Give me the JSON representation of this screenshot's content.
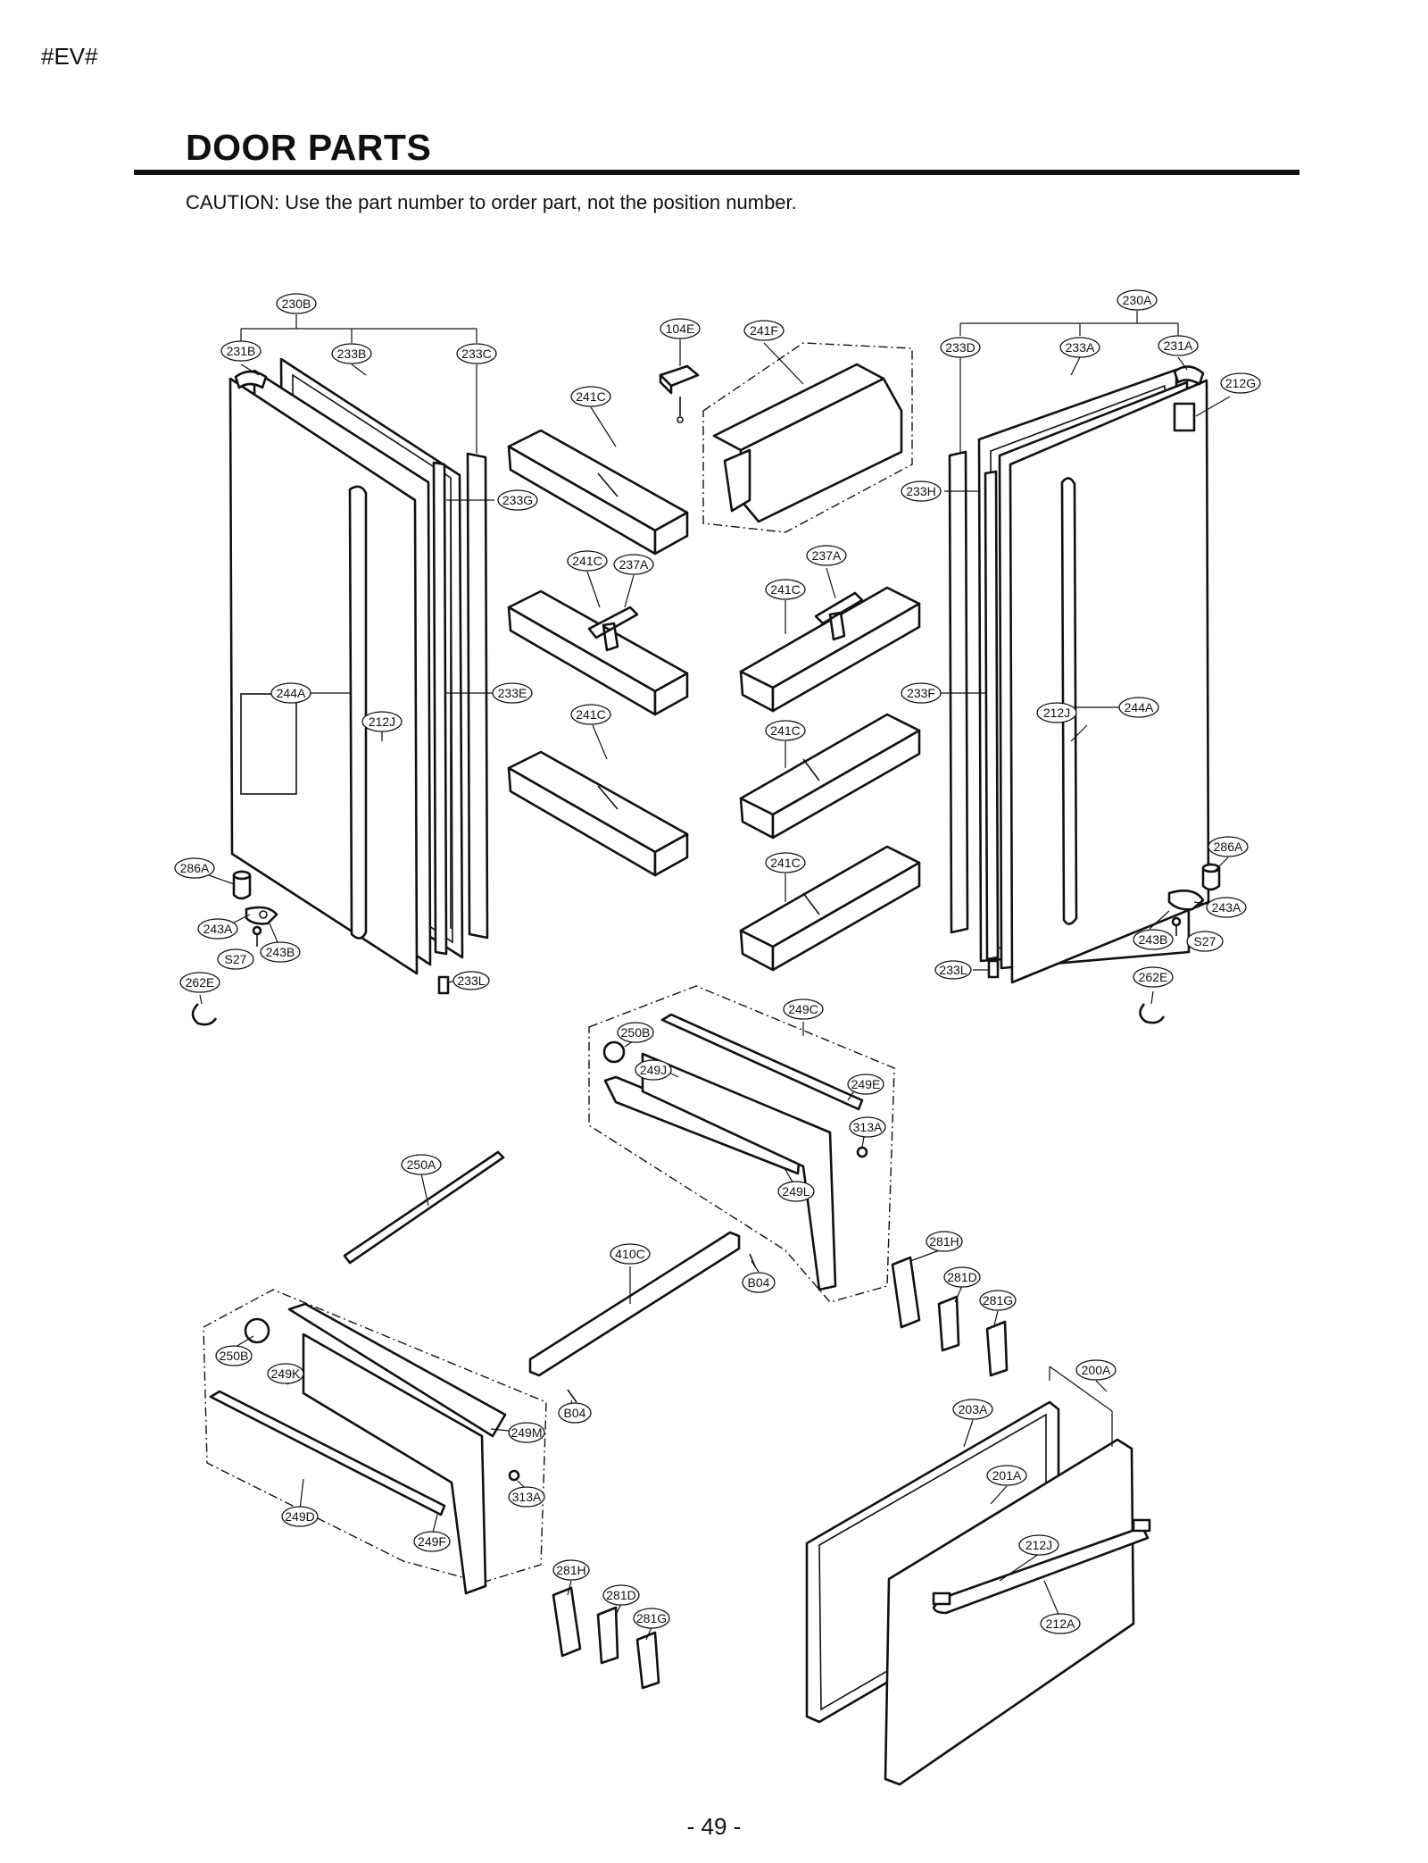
{
  "page": {
    "code": "#EV#",
    "title": "DOOR PARTS",
    "caution": "CAUTION: Use the part number to order part, not the position number.",
    "page_number": "- 49 -"
  },
  "labels": {
    "l230B": "230B",
    "l231B": "231B",
    "l233B": "233B",
    "l233C": "233C",
    "l104E": "104E",
    "l241F": "241F",
    "l230A": "230A",
    "l233D": "233D",
    "l233A": "233A",
    "l231A": "231A",
    "l212G": "212G",
    "l241C_a": "241C",
    "l233G": "233G",
    "l233H": "233H",
    "l241C_b": "241C",
    "l237A_a": "237A",
    "l237A_b": "237A",
    "l241C_c": "241C",
    "l244A_a": "244A",
    "l233E": "233E",
    "l212J_a": "212J",
    "l241C_d": "241C",
    "l241C_e": "241C",
    "l233F": "233F",
    "l212J_b": "212J",
    "l244A_b": "244A",
    "l241C_f": "241C",
    "l286A_a": "286A",
    "l286A_b": "286A",
    "l243A_a": "243A",
    "l243B_a": "243B",
    "l S27_a": "S27",
    "l262E_a": "262E",
    "l233L_a": "233L",
    "l233L_b": "233L",
    "l243A_b": "243A",
    "l243B_b": "243B",
    "lS27_b": "S27",
    "l262E_b": "262E",
    "l249C": "249C",
    "l250B_a": "250B",
    "l249J": "249J",
    "l249E": "249E",
    "l313A_a": "313A",
    "l249L": "249L",
    "l250A": "250A",
    "l410C": "410C",
    "lB04_a": "B04",
    "l281H_a": "281H",
    "l281D_a": "281D",
    "l281G_a": "281G",
    "l250B_b": "250B",
    "l249K": "249K",
    "l249M": "249M",
    "lB04_b": "B04",
    "l313A_b": "313A",
    "l249D": "249D",
    "l249F": "249F",
    "l200A": "200A",
    "l203A": "203A",
    "l201A": "201A",
    "l212J_c": "212J",
    "l212A": "212A",
    "l281H_b": "281H",
    "l281D_b": "281D",
    "l281G_b": "281G"
  }
}
